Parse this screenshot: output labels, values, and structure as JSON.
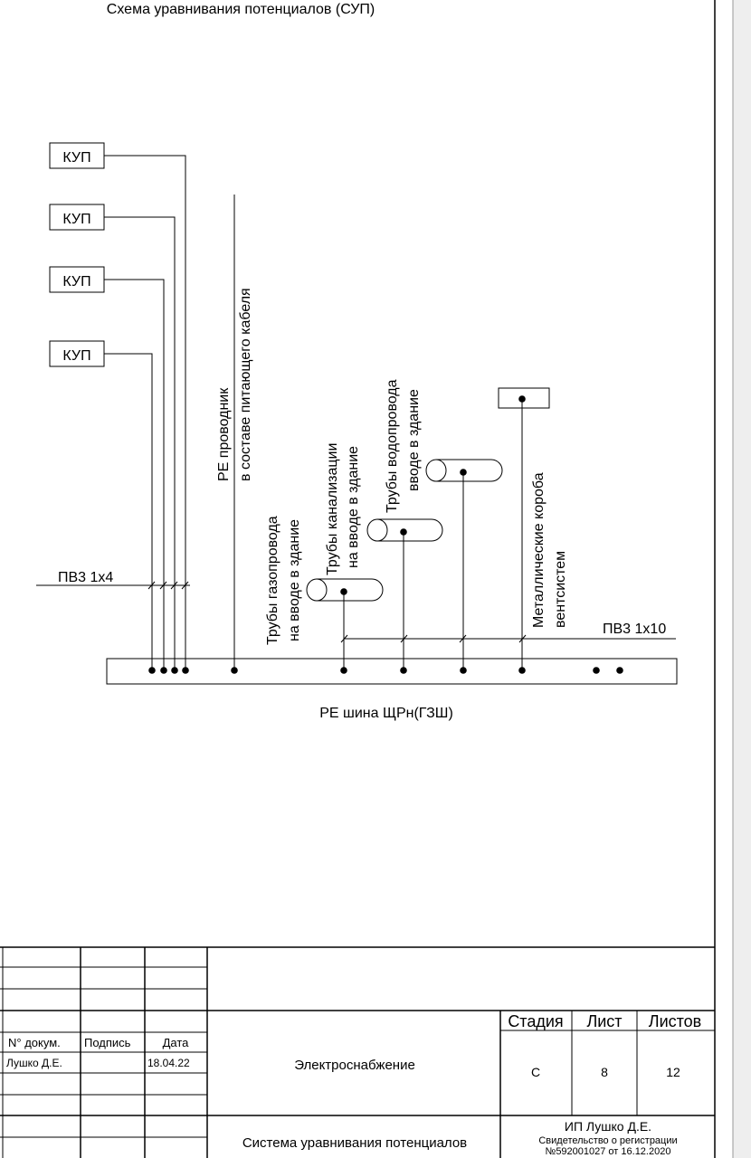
{
  "title": "Схема уравнивания потенциалов (СУП)",
  "kup_labels": [
    "КУП",
    "КУП",
    "КУП",
    "КУП"
  ],
  "pe_conductor": {
    "line1": "РЕ проводник",
    "line2": "в составе питающего кабеля"
  },
  "gas_pipes": {
    "line1": "Трубы газопровода",
    "line2": "на вводе в здание"
  },
  "sewer_pipes": {
    "line1": "Трубы канализации",
    "line2": "на вводе в здание"
  },
  "water_pipes": {
    "line1": "Трубы водопровода",
    "line2": "вводе в здание"
  },
  "vent_ducts": {
    "line1": "Металлические короба",
    "line2": "вентсистем"
  },
  "wire_left": "ПВ3 1х4",
  "wire_right": "ПВ3 1х10",
  "busbar_label": "РЕ шина ЩРн(ГЗШ)",
  "titleblock": {
    "doc_no_header": "N° докум.",
    "sign_header": "Подпись",
    "date_header": "Дата",
    "author": "Лушко Д.Е.",
    "date": "18.04.22",
    "project": "Электроснабжение",
    "sheet_title": "Система уравнивания потенциалов",
    "stage_header": "Стадия",
    "sheet_header": "Лист",
    "sheets_header": "Листов",
    "stage": "С",
    "sheet": "8",
    "sheets": "12",
    "org_line1": "ИП Лушко Д.Е.",
    "org_line2": "Свидетельство о регистрации",
    "org_line3": "№592001027 от 16.12.2020"
  }
}
